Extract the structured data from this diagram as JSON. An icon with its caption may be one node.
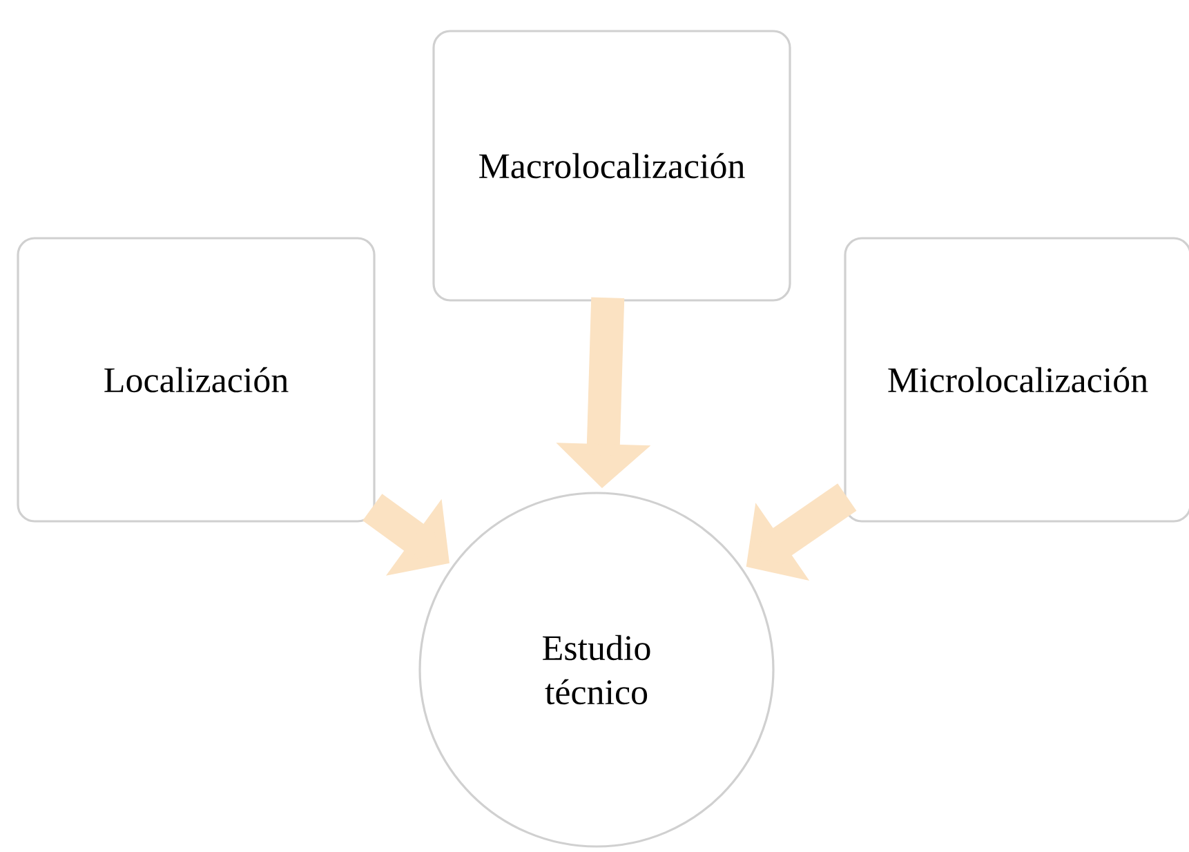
{
  "diagram": {
    "nodes": [
      {
        "text": [
          "Localización"
        ]
      },
      {
        "text": [
          "Macrolocalización"
        ]
      },
      {
        "text": [
          "Microlocalización"
        ]
      },
      {
        "text": [
          "Estudio técnico"
        ]
      }
    ],
    "edges": [
      {
        "from": 0,
        "to": 3,
        "arrow": "to"
      },
      {
        "from": 1,
        "to": 3,
        "arrow": "to"
      },
      {
        "from": 2,
        "to": 3,
        "arrow": "to"
      }
    ]
  }
}
